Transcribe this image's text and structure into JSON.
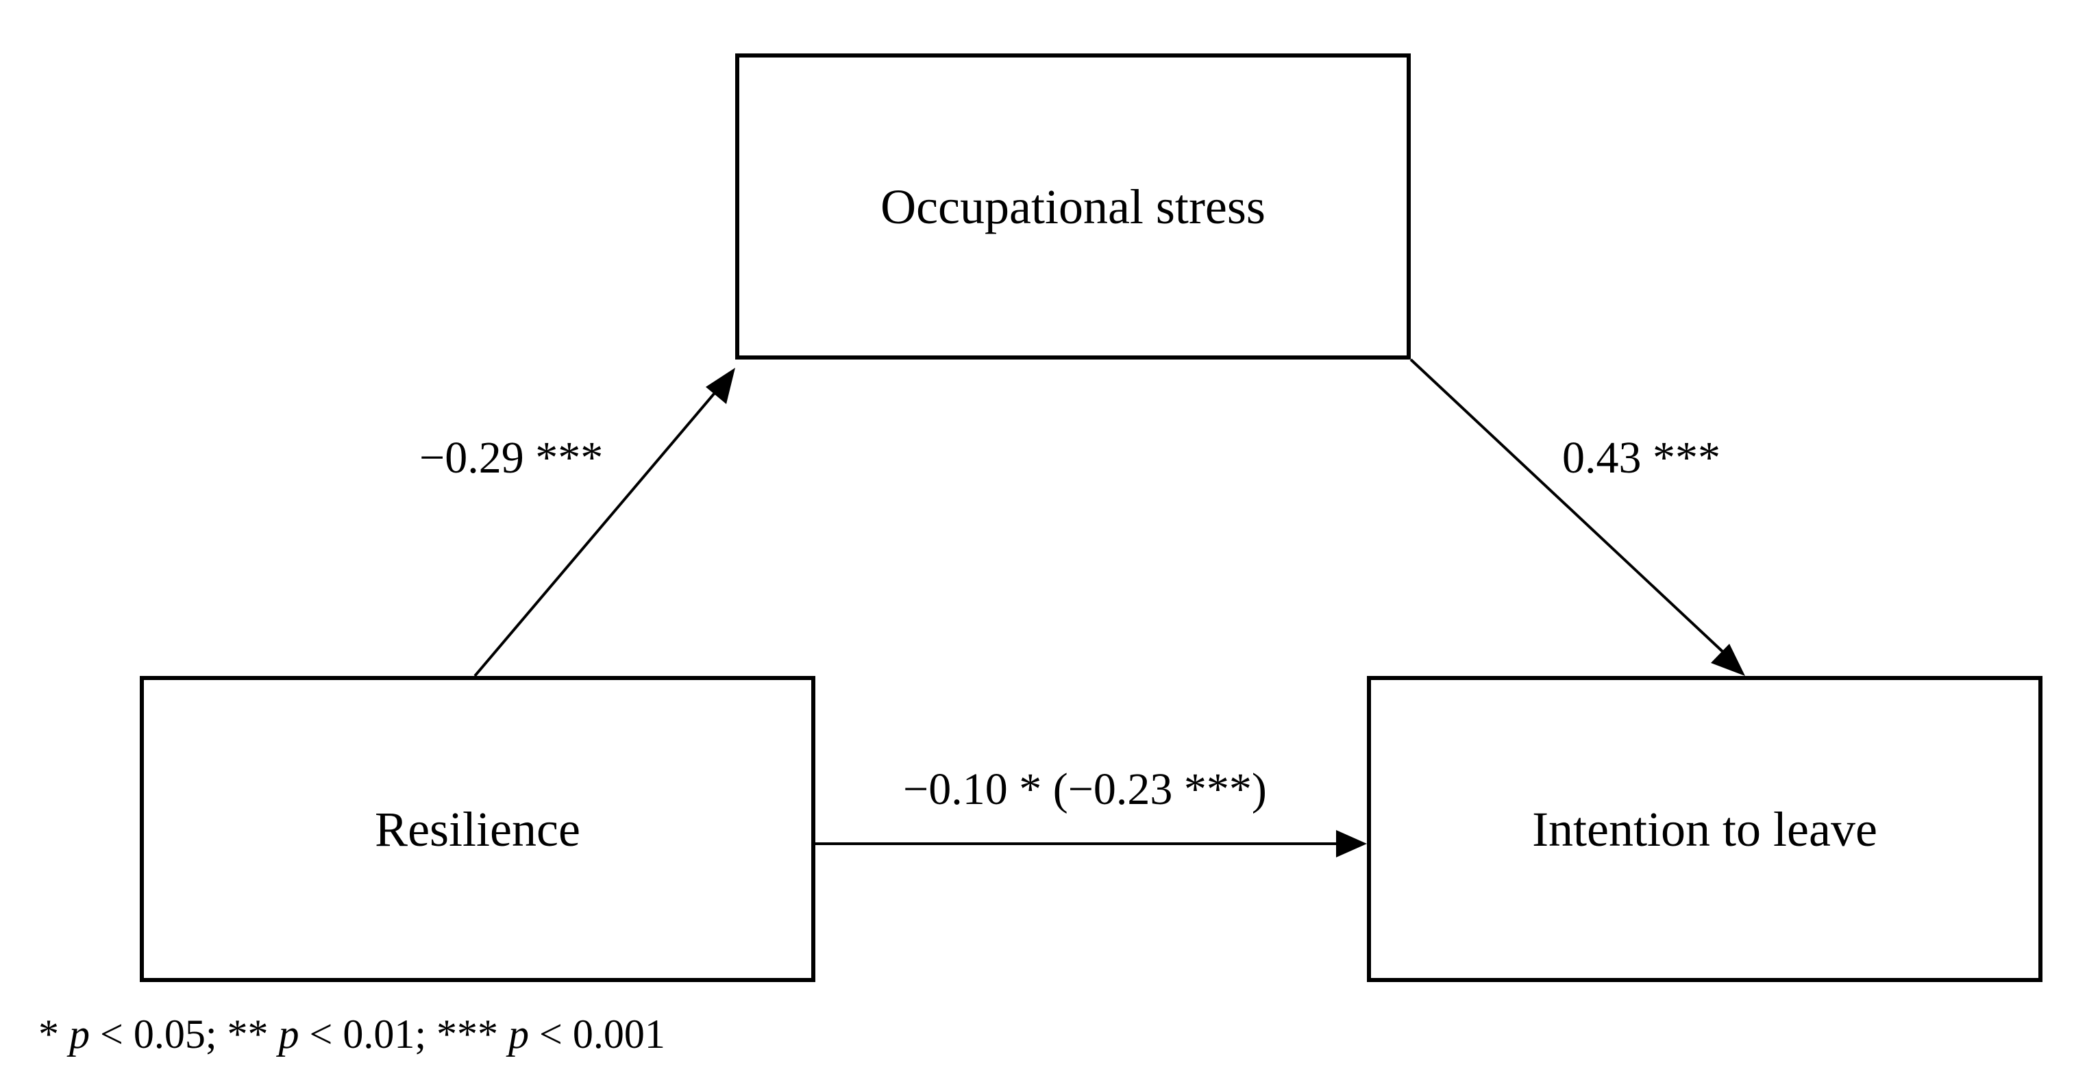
{
  "nodes": {
    "mediator": {
      "label": "Occupational stress"
    },
    "predictor": {
      "label": "Resilience"
    },
    "outcome": {
      "label": "Intention to leave"
    }
  },
  "edges": {
    "predictor_to_mediator": {
      "label": "−0.29 ***"
    },
    "mediator_to_outcome": {
      "label": "0.43 ***"
    },
    "predictor_to_outcome": {
      "label": "−0.10 * (−0.23 ***)"
    }
  },
  "footnote": {
    "part1": "* ",
    "p1": "p",
    "part2": " < 0.05; ** ",
    "p2": "p",
    "part3": " < 0.01; *** ",
    "p3": "p",
    "part4": " < 0.001"
  },
  "colors": {
    "stroke": "#000000",
    "background": "#ffffff"
  }
}
